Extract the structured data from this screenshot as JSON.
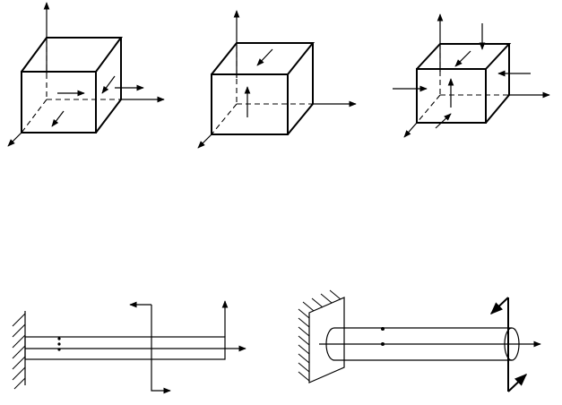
{
  "figures": [
    {
      "id": "cube-1",
      "kind": "stress-element-cube"
    },
    {
      "id": "cube-2",
      "kind": "stress-element-cube"
    },
    {
      "id": "cube-3",
      "kind": "stress-element-cube"
    },
    {
      "id": "beam-1",
      "kind": "cantilever-beam-side-view"
    },
    {
      "id": "beam-2",
      "kind": "cantilever-shaft-perspective"
    }
  ],
  "colors": {
    "line": "#000000",
    "background": "#ffffff"
  }
}
